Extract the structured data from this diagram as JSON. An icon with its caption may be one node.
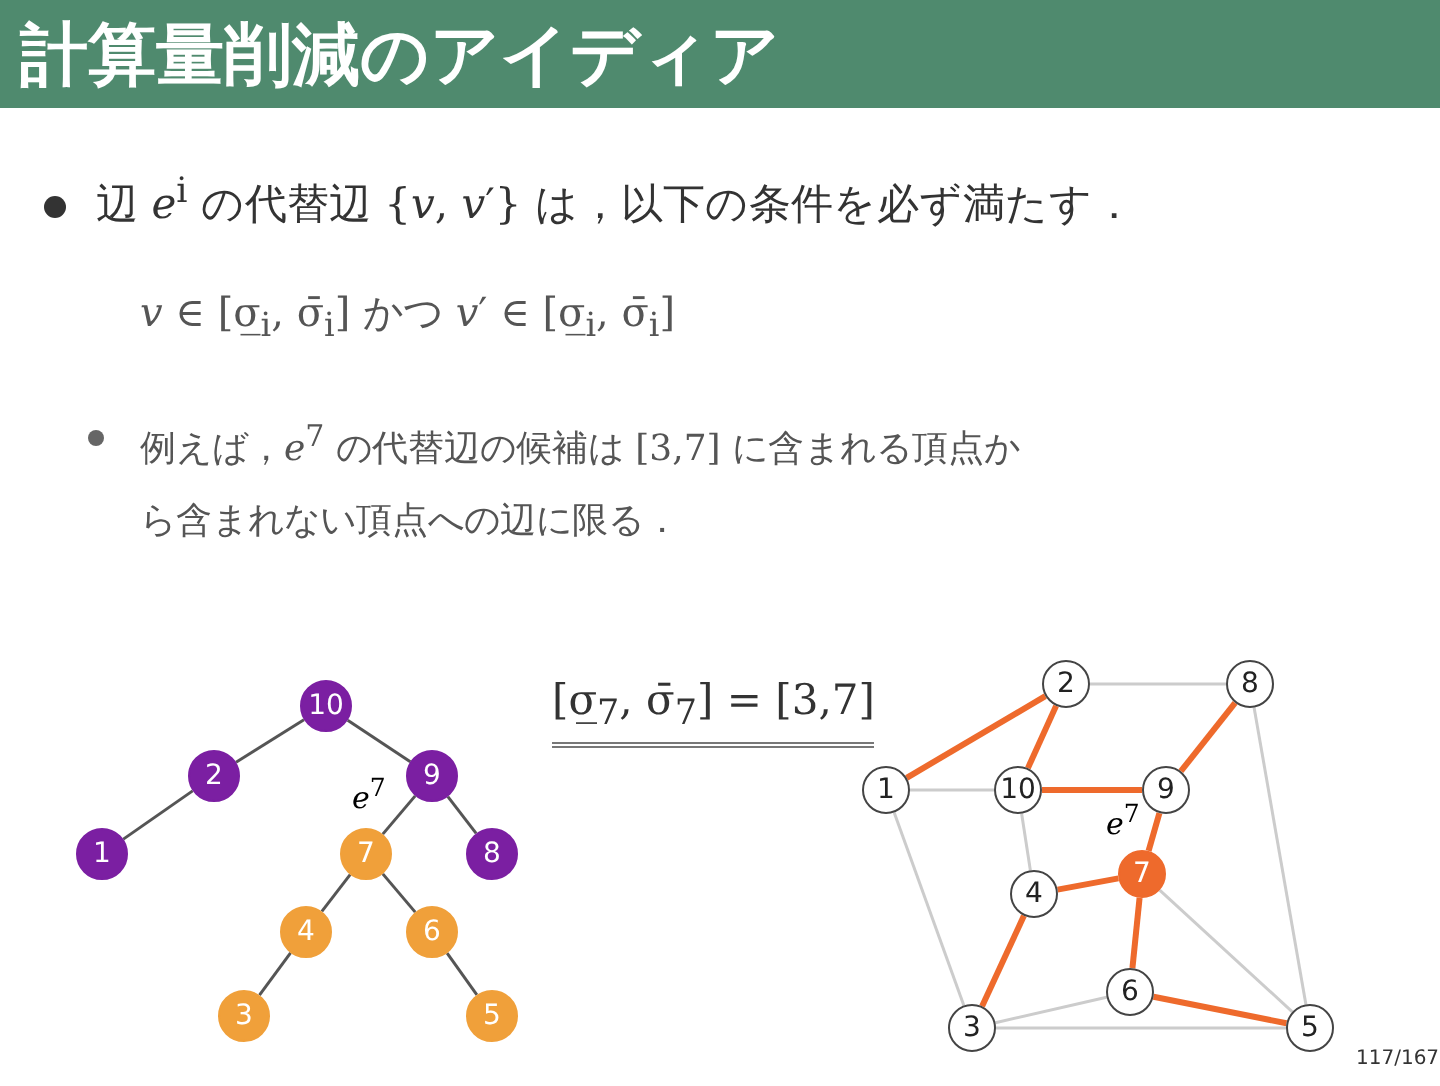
{
  "diagram": {
    "title": "計算量削減のアイディア",
    "nodes": [
      {
        "text": [
          "10"
        ]
      },
      {
        "text": [
          "2"
        ]
      },
      {
        "text": [
          "9"
        ]
      },
      {
        "text": [
          "1"
        ]
      },
      {
        "text": [
          "7"
        ]
      },
      {
        "text": [
          "8"
        ]
      },
      {
        "text": [
          "4"
        ]
      },
      {
        "text": [
          "6"
        ]
      },
      {
        "text": [
          "3"
        ]
      },
      {
        "text": [
          "5"
        ]
      },
      {
        "text": [
          "2"
        ]
      },
      {
        "text": [
          "8"
        ]
      },
      {
        "text": [
          "1"
        ]
      },
      {
        "text": [
          "10"
        ]
      },
      {
        "text": [
          "9"
        ]
      },
      {
        "text": [
          "7"
        ]
      },
      {
        "text": [
          "4"
        ]
      },
      {
        "text": [
          "6"
        ]
      },
      {
        "text": [
          "3"
        ]
      },
      {
        "text": [
          "5"
        ]
      }
    ],
    "edges": [
      {
        "from": 0,
        "to": 1,
        "arrow": "none"
      },
      {
        "from": 0,
        "to": 2,
        "arrow": "none"
      },
      {
        "from": 1,
        "to": 3,
        "arrow": "none"
      },
      {
        "from": 2,
        "to": 4,
        "arrow": "none",
        "label": "*e*$^{7}$"
      },
      {
        "from": 2,
        "to": 5,
        "arrow": "none"
      },
      {
        "from": 4,
        "to": 6,
        "arrow": "none"
      },
      {
        "from": 4,
        "to": 7,
        "arrow": "none"
      },
      {
        "from": 6,
        "to": 8,
        "arrow": "none"
      },
      {
        "from": 7,
        "to": 9,
        "arrow": "none"
      },
      {
        "from": 12,
        "to": 10,
        "arrow": "none",
        "style": "thick",
        "color": "#ee6a2c"
      },
      {
        "from": 10,
        "to": 13,
        "arrow": "none",
        "style": "thick",
        "color": "#ee6a2c"
      },
      {
        "from": 10,
        "to": 11,
        "arrow": "none",
        "color": "#cccccc"
      },
      {
        "from": 11,
        "to": 14,
        "arrow": "none",
        "style": "thick",
        "color": "#ee6a2c"
      },
      {
        "from": 11,
        "to": 19,
        "arrow": "none",
        "color": "#cccccc"
      },
      {
        "from": 12,
        "to": 13,
        "arrow": "none",
        "color": "#cccccc"
      },
      {
        "from": 12,
        "to": 18,
        "arrow": "none",
        "color": "#cccccc"
      },
      {
        "from": 13,
        "to": 14,
        "arrow": "none",
        "style": "thick",
        "color": "#ee6a2c"
      },
      {
        "from": 13,
        "to": 16,
        "arrow": "none",
        "color": "#cccccc"
      },
      {
        "from": 14,
        "to": 15,
        "arrow": "none",
        "style": "thick",
        "color": "#ee6a2c",
        "label": "*e*$^{7}$"
      },
      {
        "from": 16,
        "to": 15,
        "arrow": "none",
        "style": "thick",
        "color": "#ee6a2c"
      },
      {
        "from": 15,
        "to": 17,
        "arrow": "none",
        "style": "thick",
        "color": "#ee6a2c"
      },
      {
        "from": 15,
        "to": 19,
        "arrow": "none",
        "color": "#cccccc"
      },
      {
        "from": 16,
        "to": 18,
        "arrow": "none",
        "style": "thick",
        "color": "#ee6a2c"
      },
      {
        "from": 18,
        "to": 17,
        "arrow": "none",
        "color": "#cccccc"
      },
      {
        "from": 17,
        "to": 19,
        "arrow": "none",
        "style": "thick",
        "color": "#ee6a2c"
      },
      {
        "from": 18,
        "to": 19,
        "arrow": "none",
        "color": "#cccccc"
      }
    ],
    "labels": [
      "辺 *e*$^{i}$ の代替辺 {*v*, *v*′} は，以下の条件を必ず満たす．",
      "*v* ∈ [σ̲$_{i}$, σ̄$_{i}$] かつ *v*′ ∈ [σ̲$_{i}$, σ̄$_{i}$]",
      "例えば，*e*$^{7}$ の代替辺の候補は [3,7] に含まれる頂点から含まれない頂点への辺に限る．",
      "[σ̲$_{7}$, σ̄$_{7}$] = [3,7]",
      "117/167"
    ]
  }
}
